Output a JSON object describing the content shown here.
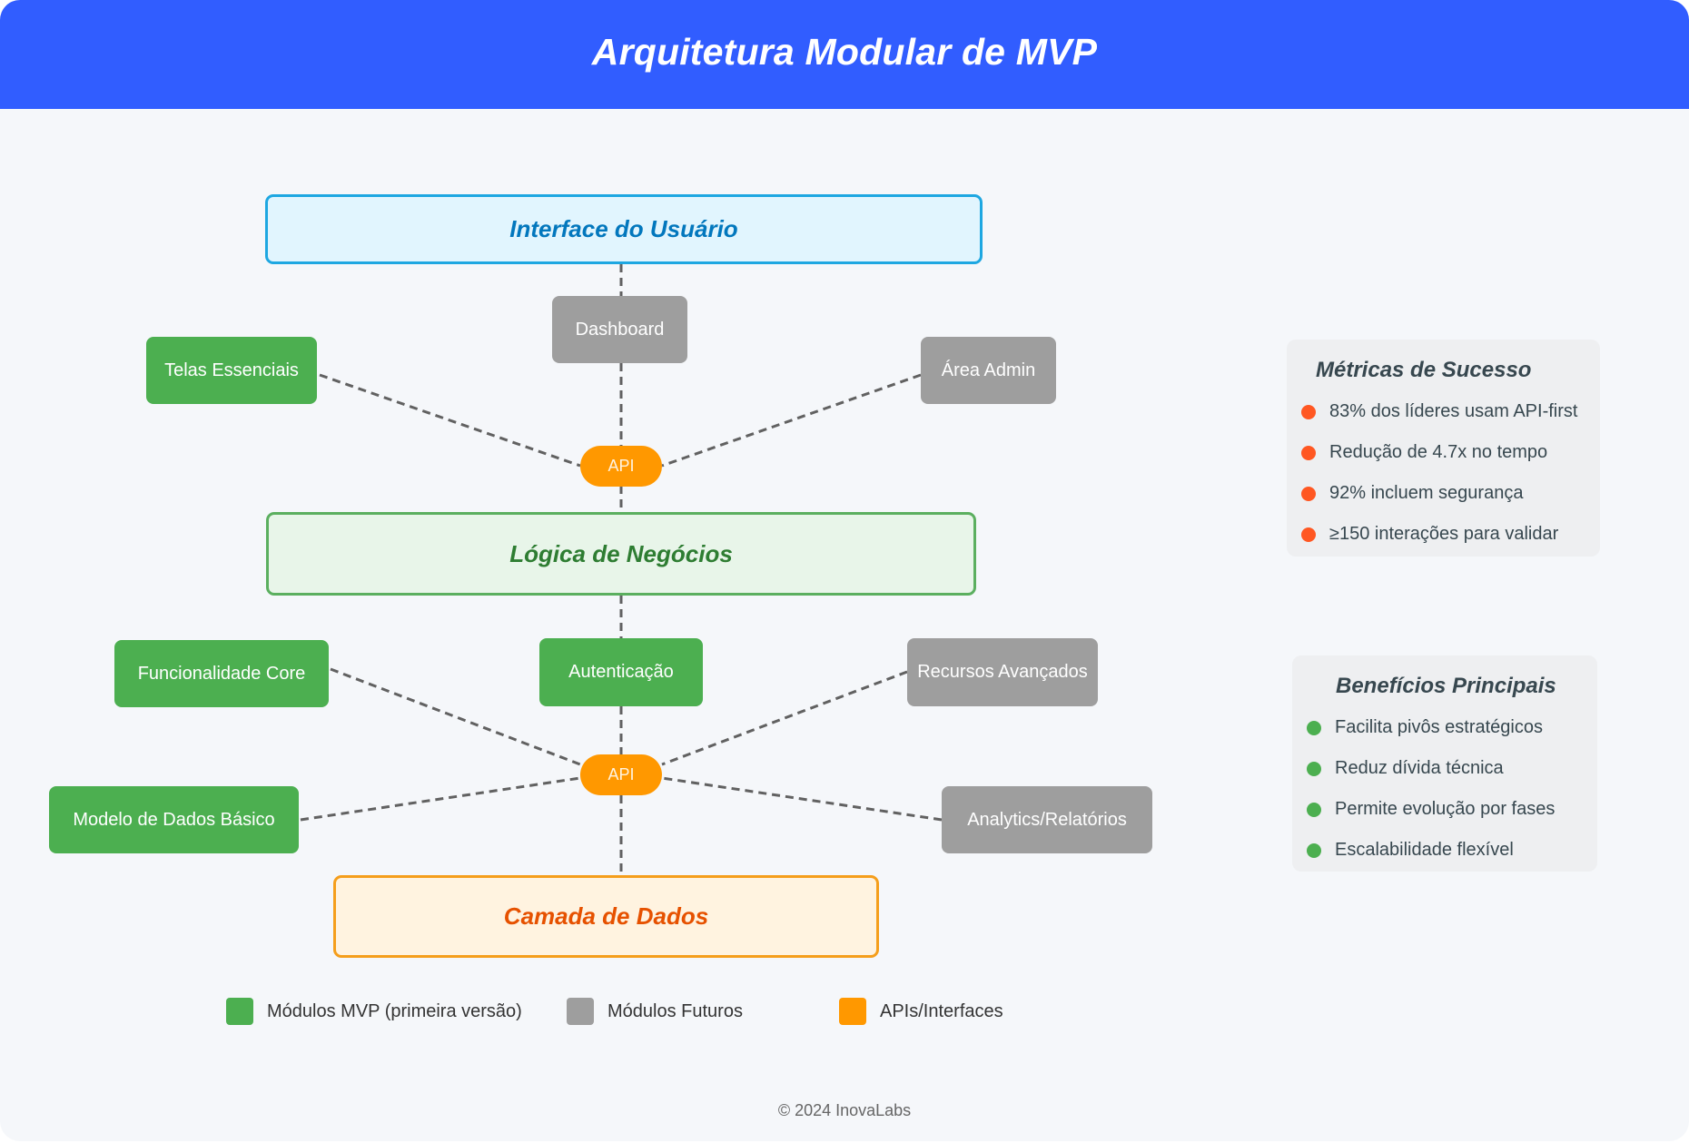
{
  "header": {
    "title": "Arquitetura Modular de MVP"
  },
  "colors": {
    "header": "#315DFF",
    "mvp_module": "#4CAF50",
    "future_module": "#9E9E9E",
    "api": "#FF9800",
    "metric_bullet": "#FF5722",
    "benefit_bullet": "#4CAF50"
  },
  "layers": {
    "ui": "Interface do Usuário",
    "logic": "Lógica de Negócios",
    "data": "Camada de Dados"
  },
  "modules": {
    "dashboard": {
      "label": "Dashboard",
      "type": "future"
    },
    "telas": {
      "label": "Telas Essenciais",
      "type": "mvp"
    },
    "admin": {
      "label": "Área Admin",
      "type": "future"
    },
    "core": {
      "label": "Funcionalidade Core",
      "type": "mvp"
    },
    "auth": {
      "label": "Autenticação",
      "type": "mvp"
    },
    "advanced": {
      "label": "Recursos Avançados",
      "type": "future"
    },
    "datamodel": {
      "label": "Modelo de Dados Básico",
      "type": "mvp"
    },
    "analytics": {
      "label": "Analytics/Relatórios",
      "type": "future"
    }
  },
  "apis": {
    "upper": "API",
    "lower": "API"
  },
  "legend": [
    {
      "label": "Módulos MVP (primeira versão)",
      "color": "#4CAF50"
    },
    {
      "label": "Módulos Futuros",
      "color": "#9E9E9E"
    },
    {
      "label": "APIs/Interfaces",
      "color": "#FF9800"
    }
  ],
  "metrics": {
    "title": "Métricas de Sucesso",
    "items": [
      "83% dos líderes usam API-first",
      "Redução de 4.7x no tempo",
      "92% incluem segurança",
      "≥150 interações para validar"
    ]
  },
  "benefits": {
    "title": "Benefícios Principais",
    "items": [
      "Facilita pivôs estratégicos",
      "Reduz dívida técnica",
      "Permite evolução por fases",
      "Escalabilidade flexível"
    ]
  },
  "footer": {
    "text": "© 2024 InovaLabs"
  }
}
